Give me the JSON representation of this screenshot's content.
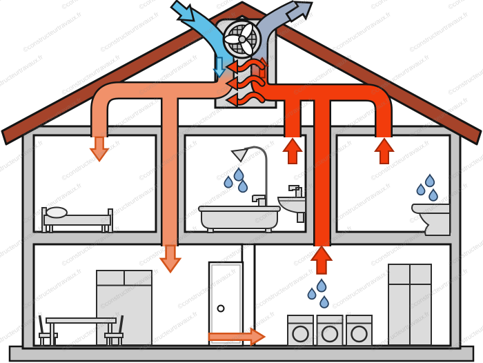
{
  "watermark": {
    "text": "©constructeurtravaux.fr"
  },
  "colors": {
    "roof": "#A5432A",
    "wall": "#C6C6C6",
    "room_bg": "#FFFFFF",
    "outline": "#141414",
    "unit_fill": "#D6D6D6",
    "grille_fill": "#BDBDBD",
    "furniture_fill": "#DCDCDC",
    "furniture_stroke": "#2B2B2B",
    "supply_warm_orange": "#F1916A",
    "supply_arrow_stroke": "#D4541A",
    "extract_red": "#F23C0C",
    "extract_arrow_stroke": "#A32705",
    "fresh_air_blue": "#5FC0E8",
    "fresh_arrow_stroke": "#0E5E8C",
    "exhaust_gray_blue": "#9FAEC6",
    "drop_blue": "#8AB2DC",
    "drop_stroke": "#27405E",
    "watermark": "#8C8C8C"
  },
  "unit": {
    "id": "heat-recovery-ventilation-unit",
    "fan": "fan-icon",
    "heat_exchange_wavy_arrows": 3,
    "internal_arrows": [
      {
        "id": "fresh-air-down-arrow",
        "direction": "down",
        "color_key": "fresh_air_blue"
      },
      {
        "id": "stale-air-up-arrow",
        "direction": "up",
        "color_key": "extract_red"
      }
    ]
  },
  "airflow": {
    "fresh_air_intake_arrow": {
      "direction": "down-right",
      "color_key": "fresh_air_blue"
    },
    "exhaust_air_arrow": {
      "direction": "up-right",
      "color_key": "exhaust_gray_blue"
    },
    "supply_arrows": [
      {
        "room": "bedroom",
        "direction": "down"
      },
      {
        "room": "living-room",
        "direction": "down"
      }
    ],
    "extract_arrows": [
      {
        "room": "bathroom",
        "direction": "up"
      },
      {
        "room": "wc",
        "direction": "up"
      },
      {
        "room": "laundry-room",
        "direction": "up"
      }
    ],
    "transfer_arrow": {
      "from": "living-room",
      "to": "laundry-room",
      "direction": "right"
    }
  },
  "rooms": [
    {
      "id": "bedroom",
      "floor": "upper",
      "fixtures": [
        "bed"
      ],
      "water_drops": 0
    },
    {
      "id": "bathroom",
      "floor": "upper",
      "fixtures": [
        "shower",
        "bathtub",
        "washbasin"
      ],
      "water_drops": 3
    },
    {
      "id": "wc",
      "floor": "upper",
      "fixtures": [
        "toilet"
      ],
      "water_drops": 3
    },
    {
      "id": "living-room",
      "floor": "ground",
      "fixtures": [
        "chair",
        "table",
        "cabinet",
        "door"
      ],
      "water_drops": 0
    },
    {
      "id": "laundry-room",
      "floor": "ground",
      "fixtures": [
        "washing-machine",
        "washing-machine",
        "washing-machine",
        "wardrobe"
      ],
      "water_drops": 3
    }
  ]
}
